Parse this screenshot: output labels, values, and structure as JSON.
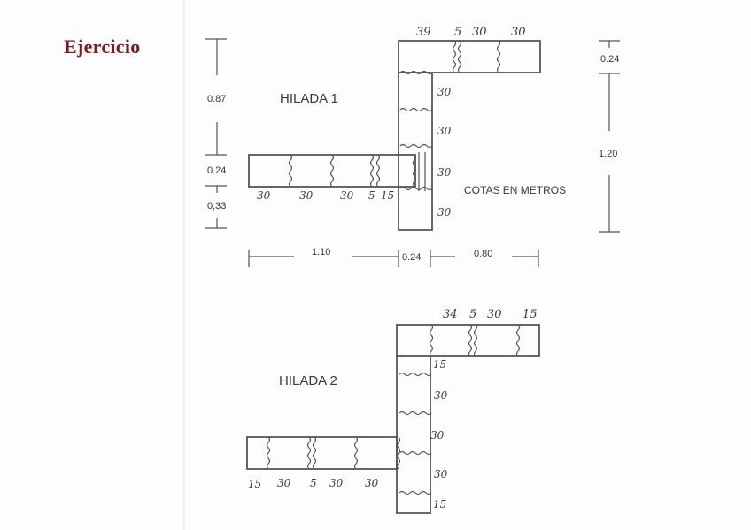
{
  "slide": {
    "title": "Ejercicio",
    "note": "COTAS EN METROS"
  },
  "hilada1": {
    "label": "HILADA 1",
    "top_arm_labels": [
      "39",
      "5",
      "30",
      "30"
    ],
    "vertical_labels": [
      "30",
      "30",
      "30",
      "30"
    ],
    "left_arm_labels": [
      "30",
      "30",
      "30",
      "5",
      "15"
    ],
    "dimensions": {
      "left_vertical": [
        "0.87",
        "0.24",
        "0,33"
      ],
      "right_vertical": [
        "0.24",
        "1.20"
      ],
      "horizontal": [
        "1.10",
        "0.24",
        "0.80"
      ]
    }
  },
  "hilada2": {
    "label": "HILADA 2",
    "top_arm_labels": [
      "34",
      "5",
      "30",
      "15"
    ],
    "vertical_labels": [
      "15",
      "30",
      "30",
      "30",
      "15"
    ],
    "left_arm_labels": [
      "15",
      "30",
      "5",
      "30",
      "30"
    ]
  },
  "colors": {
    "title": "#7a1c1c",
    "line": "#555555",
    "background": "#fdfcfe"
  }
}
